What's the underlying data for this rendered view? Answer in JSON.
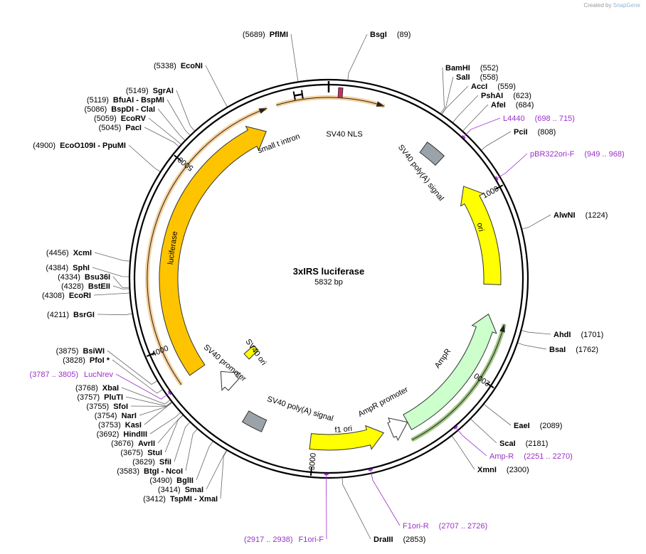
{
  "credit": {
    "prefix": "Created by",
    "brand": "SnapGene"
  },
  "plasmid": {
    "name": "3xIRS luciferase",
    "length_label": "5832 bp",
    "length": 5832
  },
  "ticks": [
    {
      "pos": 1000,
      "label": "1000"
    },
    {
      "pos": 2000,
      "label": "2000"
    },
    {
      "pos": 3000,
      "label": "3000"
    },
    {
      "pos": 4000,
      "label": "4000"
    },
    {
      "pos": 5000,
      "label": "5000"
    }
  ],
  "features": [
    {
      "name": "SV40 NLS",
      "start": 48,
      "end": 69,
      "color": "#cc2b6b",
      "kind": "box"
    },
    {
      "name": "small t intron",
      "start": 5660,
      "end": 5700,
      "color": "#000000",
      "kind": "bar"
    },
    {
      "name": "SV40 poly(A) signal",
      "start": 580,
      "end": 700,
      "color": "#9aa3a9",
      "kind": "box"
    },
    {
      "name": "ori",
      "start": 900,
      "end": 1490,
      "color": "#ffff00",
      "kind": "arrow",
      "dir": -1
    },
    {
      "name": "AmpR",
      "start": 1660,
      "end": 2450,
      "color": "#ccffcc",
      "kind": "arrow",
      "dir": -1
    },
    {
      "name": "AmpR promoter",
      "start": 2450,
      "end": 2555,
      "color": "#ffffff",
      "kind": "arrow",
      "dir": -1
    },
    {
      "name": "f1 ori",
      "start": 2598,
      "end": 3020,
      "color": "#ffff00",
      "kind": "arrow",
      "dir": -1
    },
    {
      "name": "SV40 poly(A) signal",
      "start": 3300,
      "end": 3420,
      "color": "#9aa3a9",
      "kind": "box"
    },
    {
      "name": "SV40 promoter",
      "start": 3595,
      "end": 3715,
      "color": "#ffffff",
      "kind": "arrow",
      "dir": 1
    },
    {
      "name": "SV40 ori",
      "start": 3640,
      "end": 3700,
      "color": "#ffff00",
      "kind": "box"
    },
    {
      "name": "luciferase",
      "start": 3810,
      "end": 5460,
      "color": "#ffc400",
      "kind": "arrow",
      "dir": 1
    }
  ],
  "orfs": [
    {
      "start": 5560,
      "end": 290,
      "dir": 1,
      "color": "#f5c27a"
    },
    {
      "start": 3795,
      "end": 5510,
      "dir": 1,
      "color": "#f5c27a"
    },
    {
      "start": 1693,
      "end": 2475,
      "dir": -1,
      "color": "#7fb35a"
    }
  ],
  "enzymes": [
    {
      "name": "PflMI",
      "pos": 5689,
      "num": "(5689)",
      "side": "left"
    },
    {
      "name": "BsgI",
      "pos": 89,
      "num": "(89)",
      "side": "right"
    },
    {
      "name": "EcoNI",
      "pos": 5338,
      "num": "(5338)",
      "side": "left"
    },
    {
      "name": "BamHI",
      "pos": 552,
      "num": "(552)",
      "side": "right"
    },
    {
      "name": "SalI",
      "pos": 558,
      "num": "(558)",
      "side": "right"
    },
    {
      "name": "AccI",
      "pos": 559,
      "num": "(559)",
      "side": "right"
    },
    {
      "name": "PshAI",
      "pos": 623,
      "num": "(623)",
      "side": "right"
    },
    {
      "name": "AfeI",
      "pos": 684,
      "num": "(684)",
      "side": "right"
    },
    {
      "name": "L4440",
      "pos": 706,
      "num": "(698 .. 715)",
      "side": "right",
      "primer": true
    },
    {
      "name": "PciI",
      "pos": 808,
      "num": "(808)",
      "side": "right"
    },
    {
      "name": "pBR322ori-F",
      "pos": 958,
      "num": "(949 .. 968)",
      "side": "right",
      "primer": true
    },
    {
      "name": "AlwNI",
      "pos": 1224,
      "num": "(1224)",
      "side": "right"
    },
    {
      "name": "AhdI",
      "pos": 1701,
      "num": "(1701)",
      "side": "right"
    },
    {
      "name": "BsaI",
      "pos": 1762,
      "num": "(1762)",
      "side": "right"
    },
    {
      "name": "EaeI",
      "pos": 2089,
      "num": "(2089)",
      "side": "right"
    },
    {
      "name": "ScaI",
      "pos": 2181,
      "num": "(2181)",
      "side": "right"
    },
    {
      "name": "Amp-R",
      "pos": 2260,
      "num": "(2251 .. 2270)",
      "side": "right",
      "primer": true
    },
    {
      "name": "XmnI",
      "pos": 2300,
      "num": "(2300)",
      "side": "right"
    },
    {
      "name": "F1ori-R",
      "pos": 2716,
      "num": "(2707 .. 2726)",
      "side": "right",
      "primer": true
    },
    {
      "name": "DraIII",
      "pos": 2853,
      "num": "(2853)",
      "side": "right"
    },
    {
      "name": "F1ori-F",
      "pos": 2927,
      "num": "(2917 .. 2938)",
      "side": "left",
      "primer": true
    },
    {
      "name": "SgrAI",
      "pos": 5149,
      "num": "(5149)",
      "side": "left"
    },
    {
      "name": "BfuAI  - BspMI",
      "pos": 5119,
      "num": "(5119)",
      "side": "left"
    },
    {
      "name": "BspDI  - ClaI",
      "pos": 5086,
      "num": "(5086)",
      "side": "left"
    },
    {
      "name": "EcoRV",
      "pos": 5059,
      "num": "(5059)",
      "side": "left"
    },
    {
      "name": "PacI",
      "pos": 5045,
      "num": "(5045)",
      "side": "left"
    },
    {
      "name": "EcoO109I  - PpuMI",
      "pos": 4900,
      "num": "(4900)",
      "side": "left"
    },
    {
      "name": "XcmI",
      "pos": 4456,
      "num": "(4456)",
      "side": "left"
    },
    {
      "name": "SphI",
      "pos": 4384,
      "num": "(4384)",
      "side": "left"
    },
    {
      "name": "Bsu36I",
      "pos": 4334,
      "num": "(4334)",
      "side": "left"
    },
    {
      "name": "BstEII",
      "pos": 4328,
      "num": "(4328)",
      "side": "left"
    },
    {
      "name": "EcoRI",
      "pos": 4308,
      "num": "(4308)",
      "side": "left"
    },
    {
      "name": "BsrGI",
      "pos": 4211,
      "num": "(4211)",
      "side": "left"
    },
    {
      "name": "BsiWI",
      "pos": 3875,
      "num": "(3875)",
      "side": "left"
    },
    {
      "name": "PfoI *",
      "pos": 3828,
      "num": "(3828)",
      "side": "left"
    },
    {
      "name": "LucNrev",
      "pos": 3796,
      "num": "(3787 .. 3805)",
      "side": "left",
      "primer": true
    },
    {
      "name": "XbaI",
      "pos": 3768,
      "num": "(3768)",
      "side": "left"
    },
    {
      "name": "PluTI",
      "pos": 3757,
      "num": "(3757)",
      "side": "left"
    },
    {
      "name": "SfoI",
      "pos": 3755,
      "num": "(3755)",
      "side": "left"
    },
    {
      "name": "NarI",
      "pos": 3754,
      "num": "(3754)",
      "side": "left"
    },
    {
      "name": "KasI",
      "pos": 3753,
      "num": "(3753)",
      "side": "left"
    },
    {
      "name": "HindIII",
      "pos": 3692,
      "num": "(3692)",
      "side": "left"
    },
    {
      "name": "AvrII",
      "pos": 3676,
      "num": "(3676)",
      "side": "left"
    },
    {
      "name": "StuI",
      "pos": 3675,
      "num": "(3675)",
      "side": "left"
    },
    {
      "name": "SfiI",
      "pos": 3629,
      "num": "(3629)",
      "side": "left"
    },
    {
      "name": "BtgI  - NcoI",
      "pos": 3583,
      "num": "(3583)",
      "side": "left"
    },
    {
      "name": "BglII",
      "pos": 3490,
      "num": "(3490)",
      "side": "left"
    },
    {
      "name": "SmaI",
      "pos": 3414,
      "num": "(3414)",
      "side": "left"
    },
    {
      "name": "TspMI  - XmaI",
      "pos": 3412,
      "num": "(3412)",
      "side": "left"
    }
  ]
}
